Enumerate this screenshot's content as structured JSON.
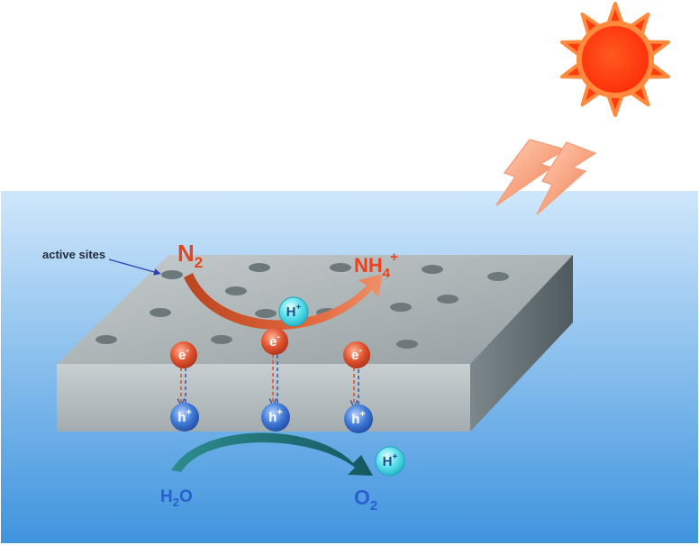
{
  "colors": {
    "water_top": "#cfe7fb",
    "water_bottom": "#3f94de",
    "slab_top": "#a8b1b3",
    "slab_front": "#b7bfc1",
    "slab_side": "#5f6b70",
    "electron": "#e0522e",
    "hole": "#3f79d6",
    "proton": "#3ed0e0",
    "sun": "#ff3b10",
    "sun_glow": "#ff8a3d",
    "reduction_arrow": "#e0643a",
    "oxidation_arrow": "#1f6f74",
    "label_orange": "#e8431c",
    "label_blue": "#2a5fd0"
  },
  "labels": {
    "active_sites": "active sites",
    "n2": {
      "main": "N",
      "sub": "2"
    },
    "nh4": {
      "main": "NH",
      "sub": "4",
      "sup": "+"
    },
    "h2o": {
      "a": "H",
      "sub": "2",
      "b": "O"
    },
    "o2": {
      "main": "O",
      "sub": "2"
    }
  },
  "particles": {
    "electron": {
      "main": "e",
      "sup": "-"
    },
    "hole": {
      "main": "h",
      "sup": "+"
    },
    "proton": {
      "main": "H",
      "sup": "+"
    }
  },
  "icons": {
    "sun": "sun-icon",
    "lightning": "lightning-bolt-icon"
  }
}
